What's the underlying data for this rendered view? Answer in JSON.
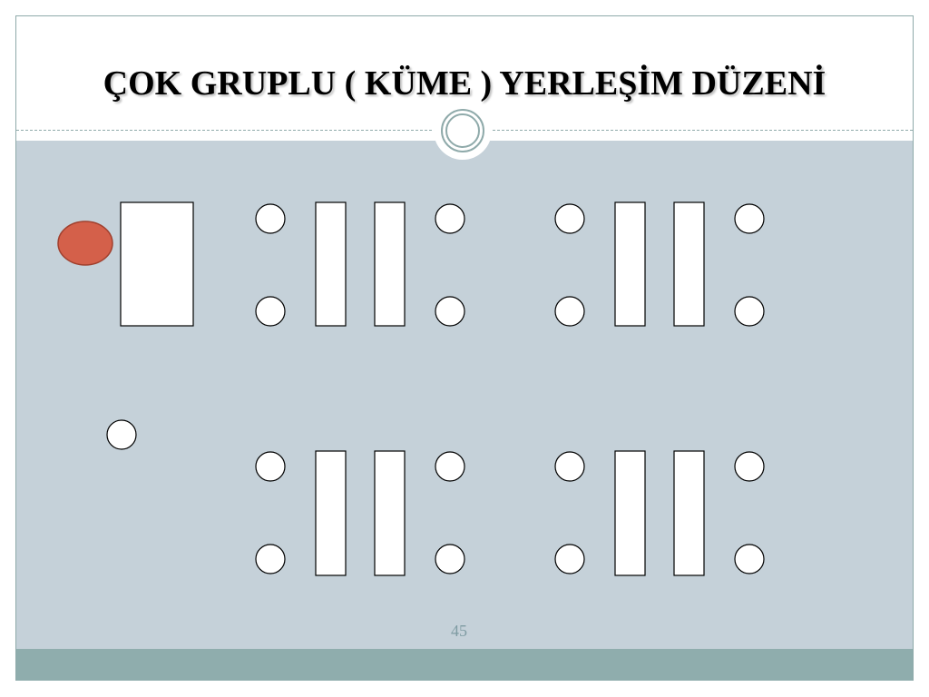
{
  "slide": {
    "title": "ÇOK GRUPLU ( KÜME ) YERLEŞİM DÜZENİ",
    "page_number": "45"
  },
  "colors": {
    "content_background": "#c5d1d9",
    "footer_bar": "#8fadad",
    "teacher_marker": "#d4604a",
    "furniture_fill": "#ffffff",
    "furniture_stroke": "#000000"
  },
  "diagram": {
    "teacher_desk": {
      "shape": "rectangle",
      "color": "teacher-desk"
    },
    "teacher": {
      "shape": "ellipse",
      "role": "teacher"
    },
    "extra_seat": {
      "shape": "circle",
      "role": "student-seat"
    },
    "groups": [
      {
        "id": "top-left",
        "desks": 2,
        "seats": 4
      },
      {
        "id": "top-right",
        "desks": 2,
        "seats": 4
      },
      {
        "id": "bottom-left",
        "desks": 2,
        "seats": 4
      },
      {
        "id": "bottom-right",
        "desks": 2,
        "seats": 4
      }
    ]
  }
}
